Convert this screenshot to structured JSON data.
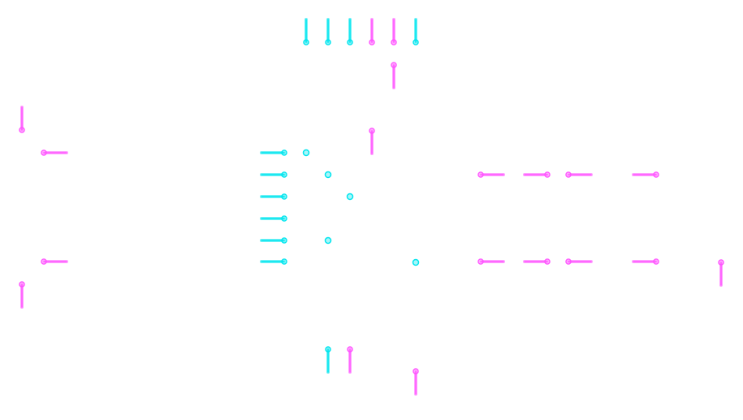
{
  "colors": {
    "background": "#ffffff",
    "cyan": "#00e5ee",
    "magenta": "#ff55ff"
  },
  "pins": [
    {
      "id": "pin-top-1",
      "color": "cyan",
      "dir": "up"
    },
    {
      "id": "pin-top-2",
      "color": "cyan",
      "dir": "up"
    },
    {
      "id": "pin-top-3",
      "color": "cyan",
      "dir": "up"
    },
    {
      "id": "pin-top-4",
      "color": "magenta",
      "dir": "up"
    },
    {
      "id": "pin-top-5",
      "color": "magenta",
      "dir": "up"
    },
    {
      "id": "pin-top-6",
      "color": "cyan",
      "dir": "up"
    },
    {
      "id": "pin-mid-upper",
      "color": "magenta",
      "dir": "down"
    },
    {
      "id": "pin-mid-center",
      "color": "magenta",
      "dir": "down"
    },
    {
      "id": "pin-left-top",
      "color": "magenta",
      "dir": "up"
    },
    {
      "id": "pin-left-upper-h",
      "color": "magenta",
      "dir": "right"
    },
    {
      "id": "pin-left-lower-h",
      "color": "magenta",
      "dir": "right"
    },
    {
      "id": "pin-left-bottom",
      "color": "magenta",
      "dir": "down"
    },
    {
      "id": "pin-stack-1",
      "color": "cyan",
      "dir": "left"
    },
    {
      "id": "pin-stack-2",
      "color": "cyan",
      "dir": "left"
    },
    {
      "id": "pin-stack-3",
      "color": "cyan",
      "dir": "left"
    },
    {
      "id": "pin-stack-4",
      "color": "cyan",
      "dir": "left"
    },
    {
      "id": "pin-stack-5",
      "color": "cyan",
      "dir": "left"
    },
    {
      "id": "pin-stack-6",
      "color": "cyan",
      "dir": "left"
    },
    {
      "id": "pin-right-upper-1",
      "color": "magenta",
      "dir": "right"
    },
    {
      "id": "pin-right-upper-2",
      "color": "magenta",
      "dir": "left"
    },
    {
      "id": "pin-right-upper-3",
      "color": "magenta",
      "dir": "right"
    },
    {
      "id": "pin-right-upper-4",
      "color": "magenta",
      "dir": "left"
    },
    {
      "id": "pin-right-lower-1",
      "color": "magenta",
      "dir": "right"
    },
    {
      "id": "pin-right-lower-2",
      "color": "magenta",
      "dir": "left"
    },
    {
      "id": "pin-right-lower-3",
      "color": "magenta",
      "dir": "right"
    },
    {
      "id": "pin-right-lower-4",
      "color": "magenta",
      "dir": "left"
    },
    {
      "id": "pin-far-right",
      "color": "magenta",
      "dir": "down"
    },
    {
      "id": "pin-bottom-1",
      "color": "cyan",
      "dir": "down"
    },
    {
      "id": "pin-bottom-2",
      "color": "magenta",
      "dir": "down"
    },
    {
      "id": "pin-bottom-3",
      "color": "magenta",
      "dir": "down"
    }
  ],
  "junctions": [
    {
      "id": "junction-1",
      "color": "cyan"
    },
    {
      "id": "junction-2",
      "color": "cyan"
    },
    {
      "id": "junction-3",
      "color": "cyan"
    },
    {
      "id": "junction-4",
      "color": "cyan"
    },
    {
      "id": "junction-5",
      "color": "cyan"
    }
  ]
}
